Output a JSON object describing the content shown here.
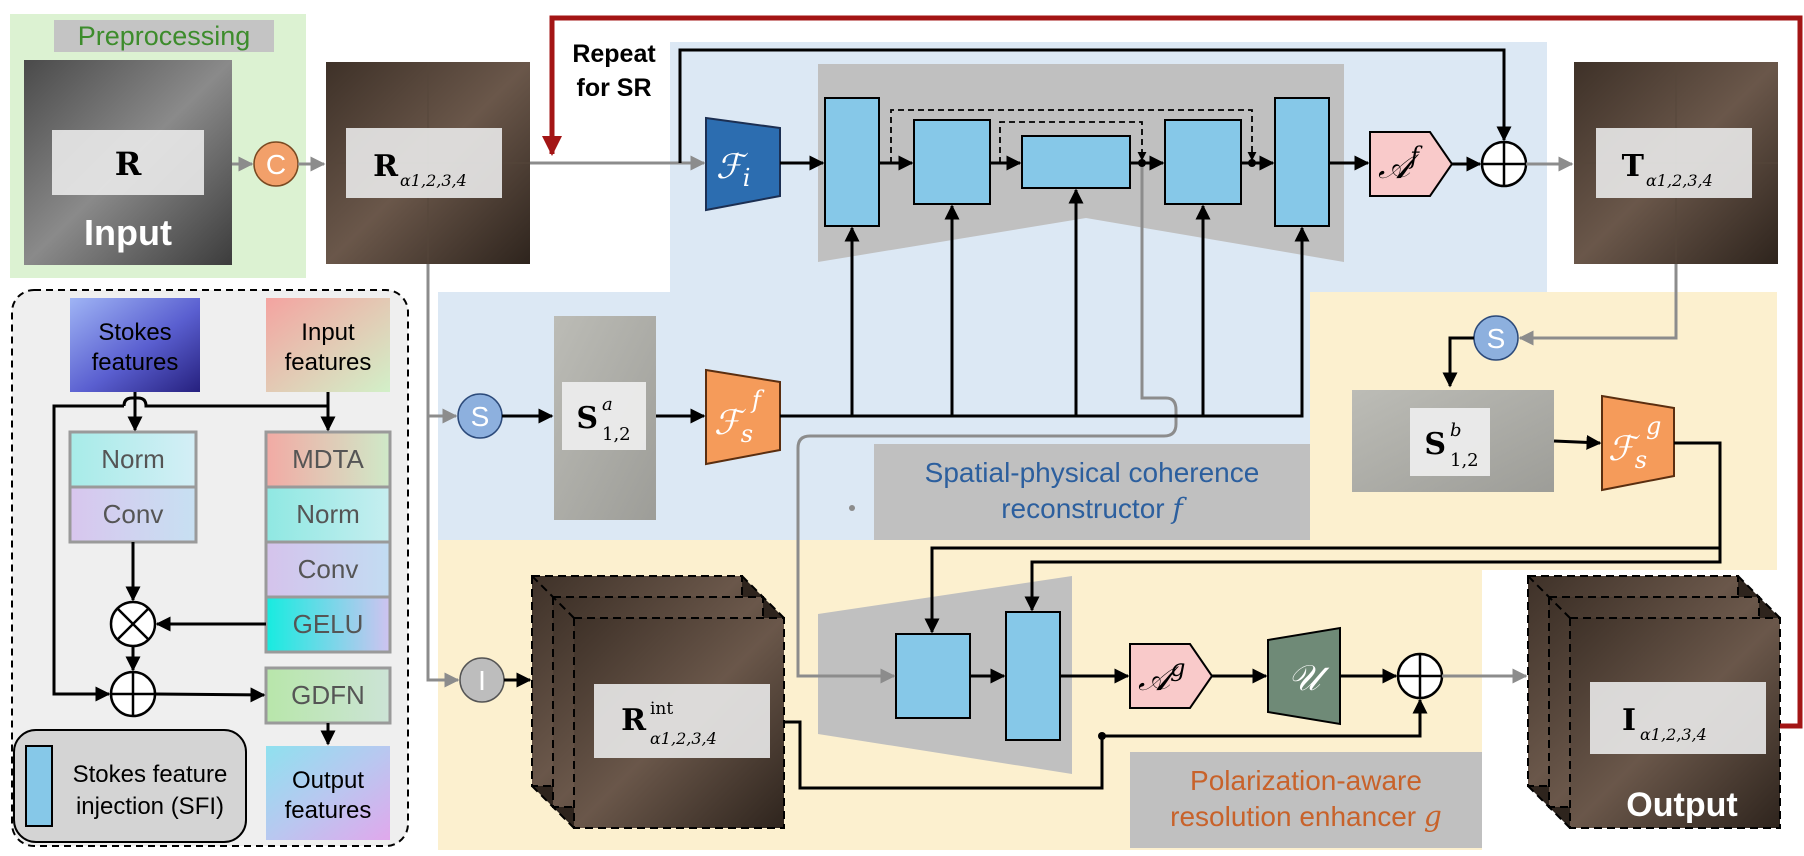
{
  "preprocessing": {
    "title": "Preprocessing",
    "input_symbol": "R",
    "input_label": "Input",
    "concat_symbol": "C"
  },
  "stage_one": {
    "stacked_input_base": "R",
    "stacked_input_sub": "α1,2,3,4",
    "repeat_label_line1": "Repeat",
    "repeat_label_line2": "for SR",
    "stokes_op": "S",
    "stokes_a_base": "S",
    "stokes_a_sup": "a",
    "stokes_a_sub": "1,2",
    "fi_base": "ℱ",
    "fi_sub": "i",
    "fsf_base": "ℱ",
    "fsf_sub": "s",
    "fsf_sup": "f",
    "af_base": "𝒜",
    "af_sup": "f",
    "output_t_base": "T",
    "output_t_sub": "α1,2,3,4",
    "caption_line1": "Spatial-physical coherence",
    "caption_line2_text": "reconstructor ",
    "caption_line2_symbol": "f"
  },
  "stage_two": {
    "stokes_op": "S",
    "stokes_b_base": "S",
    "stokes_b_sup": "b",
    "stokes_b_sub": "1,2",
    "fsg_base": "ℱ",
    "fsg_sub": "s",
    "fsg_sup": "g",
    "interp_op": "I",
    "rint_base": "R",
    "rint_sup": "int",
    "rint_sub": "α1,2,3,4",
    "ag_base": "𝒜",
    "ag_sup": "g",
    "upsampler": "𝒰",
    "output_i_base": "I",
    "output_i_sub": "α1,2,3,4",
    "output_label": "Output",
    "caption_line1": "Polarization-aware",
    "caption_line2_text": "resolution enhancer ",
    "caption_line2_symbol": "g"
  },
  "sfi_legend": {
    "stokes_features_line1": "Stokes",
    "stokes_features_line2": "features",
    "input_features_line1": "Input",
    "input_features_line2": "features",
    "norm_left": "Norm",
    "conv_left": "Conv",
    "mdta": "MDTA",
    "norm_right": "Norm",
    "conv_right": "Conv",
    "gelu": "GELU",
    "gdfn": "GDFN",
    "output_features_line1": "Output",
    "output_features_line2": "features",
    "key_line1": "Stokes feature",
    "key_line2": "injection (SFI)"
  },
  "colors": {
    "preprocessing_bg": "#dcf2d2",
    "stage_one_bg": "#dce8f4",
    "stage_two_bg": "#fcf0cf",
    "sfi_block": "#86c8e8",
    "fi_block": "#2c6db0",
    "fs_block": "#f59b5a",
    "a_block": "#f9caca",
    "u_block": "#6f8a77",
    "repeat_arrow": "#a31515",
    "caption_f": "#2c5f9e",
    "caption_g": "#c8622a",
    "concat_circle": "#f2a06a",
    "stokes_circle": "#8db0de"
  }
}
